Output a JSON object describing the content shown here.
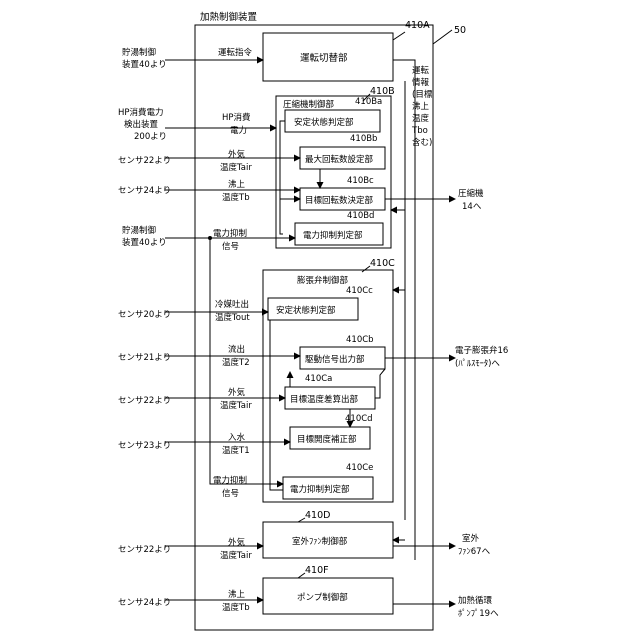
{
  "device_title": "加熱制御装置",
  "device_ref": "50",
  "blocks": {
    "a": {
      "ref": "410A",
      "label": "運転切替部"
    },
    "b": {
      "ref": "410B",
      "label": "圧縮機制御部"
    },
    "ba": {
      "ref": "410Ba",
      "label": "安定状態判定部"
    },
    "bb": {
      "ref": "410Bb",
      "label": "最大回転数設定部"
    },
    "bc": {
      "ref": "410Bc",
      "label": "目標回転数決定部"
    },
    "bd": {
      "ref": "410Bd",
      "label": "電力抑制判定部"
    },
    "c": {
      "ref": "410C",
      "label": "膨張弁制御部"
    },
    "cc": {
      "ref": "410Cc",
      "label": "安定状態判定部"
    },
    "cb": {
      "ref": "410Cb",
      "label": "駆動信号出力部"
    },
    "ca": {
      "ref": "410Ca",
      "label": "目標温度差算出部"
    },
    "cd": {
      "ref": "410Cd",
      "label": "目標開度補正部"
    },
    "ce": {
      "ref": "410Ce",
      "label": "電力抑制判定部"
    },
    "d": {
      "ref": "410D",
      "label": "室外ﾌｧﾝ制御部"
    },
    "f": {
      "ref": "410F",
      "label": "ポンプ制御部"
    }
  },
  "sources": {
    "s1": [
      "貯湯制御",
      "装置40より"
    ],
    "s2": [
      "HP消費電力",
      "検出装置",
      "200より"
    ],
    "s3": [
      "センサ22より"
    ],
    "s4": [
      "センサ24より"
    ],
    "s5": [
      "貯湯制御",
      "装置40より"
    ],
    "s6": [
      "センサ20より"
    ],
    "s7": [
      "センサ21より"
    ],
    "s8": [
      "センサ22より"
    ],
    "s9": [
      "センサ23より"
    ],
    "s10": [
      "センサ22より"
    ],
    "s11": [
      "センサ24より"
    ]
  },
  "signals": {
    "g1": [
      "運転指令"
    ],
    "g2": [
      "HP消費",
      "電力"
    ],
    "g3": [
      "外気",
      "温度Tair"
    ],
    "g4": [
      "沸上",
      "温度Tb"
    ],
    "g5": [
      "電力抑制",
      "信号"
    ],
    "g6": [
      "冷媒吐出",
      "温度Tout"
    ],
    "g7": [
      "流出",
      "温度T2"
    ],
    "g8": [
      "外気",
      "温度Tair"
    ],
    "g9": [
      "入水",
      "温度T1"
    ],
    "g10": [
      "電力抑制",
      "信号"
    ],
    "g11": [
      "外気",
      "温度Tair"
    ],
    "g12": [
      "沸上",
      "温度Tb"
    ]
  },
  "info_label": [
    "運転",
    "情報",
    "(目標",
    "沸上",
    "温度",
    "Tbo",
    "含む)"
  ],
  "outputs": {
    "o1": [
      "圧縮機",
      "14へ"
    ],
    "o2": [
      "電子膨張弁16",
      "(ﾊﾟﾙｽﾓｰﾀ)へ"
    ],
    "o3": [
      "室外",
      "ﾌｧﾝ67へ"
    ],
    "o4": [
      "加熱循環",
      "ﾎﾟﾝﾌﾟ19へ"
    ]
  }
}
